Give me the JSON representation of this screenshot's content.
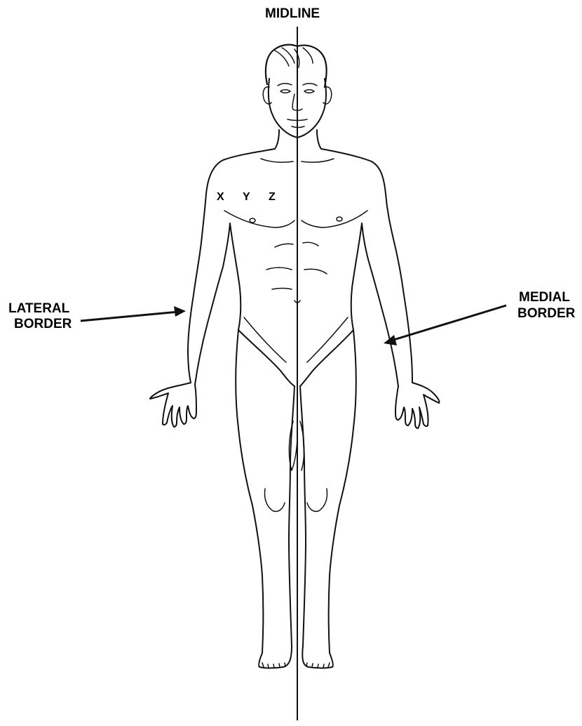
{
  "labels": {
    "midline": "MIDLINE",
    "lateral_border_line1": "LATERAL",
    "lateral_border_line2": "BORDER",
    "medial_border_line1": "MEDIAL",
    "medial_border_line2": "BORDER",
    "point_x": "X",
    "point_y": "Y",
    "point_z": "Z"
  },
  "colors": {
    "line": "#111111",
    "background": "#ffffff"
  }
}
